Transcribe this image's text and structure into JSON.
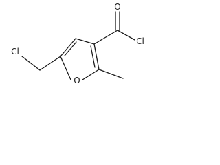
{
  "molecule": {
    "atoms": {
      "carbonyl_oxygen": "O",
      "acyl_chlorine": "Cl",
      "ring_oxygen": "O",
      "chloromethyl_chlorine": "Cl"
    }
  }
}
